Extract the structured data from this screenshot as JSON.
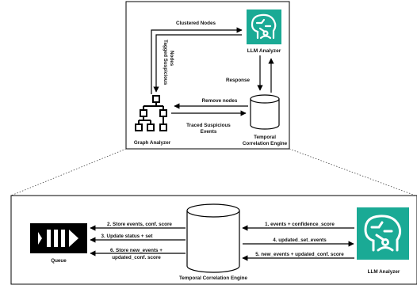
{
  "top_panel": {
    "llm_label": "LLM Analyzer",
    "graph_label": "Graph Analyzer",
    "db_label_line1": "Temporal",
    "db_label_line2": "Correlation Engine",
    "edges": {
      "clustered_nodes": "Clustered Nodes",
      "tagged_line1": "Tagged Suspicious",
      "tagged_line2": "Nodes",
      "response": "Response",
      "remove_nodes": "Remove nodes",
      "traced_line1": "Traced Suspicious",
      "traced_line2": "Events"
    }
  },
  "bottom_panel": {
    "queue_label": "Queue",
    "db_label": "Temporal Correlation Engine",
    "llm_label": "LLM Analyzer",
    "left_edges": {
      "e2": "2. Store events, conf. score",
      "e3": "3. Update status + set",
      "e6_line1": "6. Store new_events +",
      "e6_line2": "updated_conf. score"
    },
    "right_edges": {
      "e1": "1. events + confidence_score",
      "e4": "4. updated_set_events",
      "e5": "5. new_events + updated_conf. score"
    }
  },
  "colors": {
    "llm_teal": "#1aaa95",
    "stroke": "#000000"
  }
}
